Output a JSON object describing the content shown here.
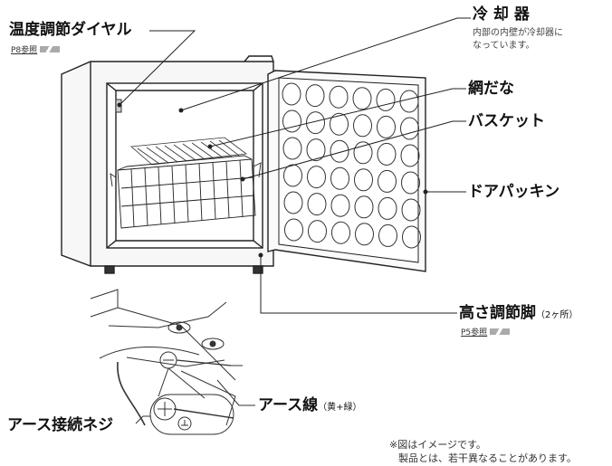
{
  "labels": {
    "dial": "温度調節ダイヤル",
    "dial_ref": "P8参照",
    "cooler": "冷 却 器",
    "cooler_note1": "内部の内壁が冷却器に",
    "cooler_note2": "なっています。",
    "shelf": "網だな",
    "basket": "バスケット",
    "gasket": "ドアパッキン",
    "leg": "高さ調節脚",
    "leg_count": "（2ヶ所）",
    "leg_ref": "P5参照",
    "earth_wire": "アース線",
    "earth_wire_color": "（黄+緑）",
    "earth_screw": "アース接続ネジ"
  },
  "notes": {
    "line1": "※図はイメージです。",
    "line2": "製品とは、若干異なることがあります。"
  }
}
